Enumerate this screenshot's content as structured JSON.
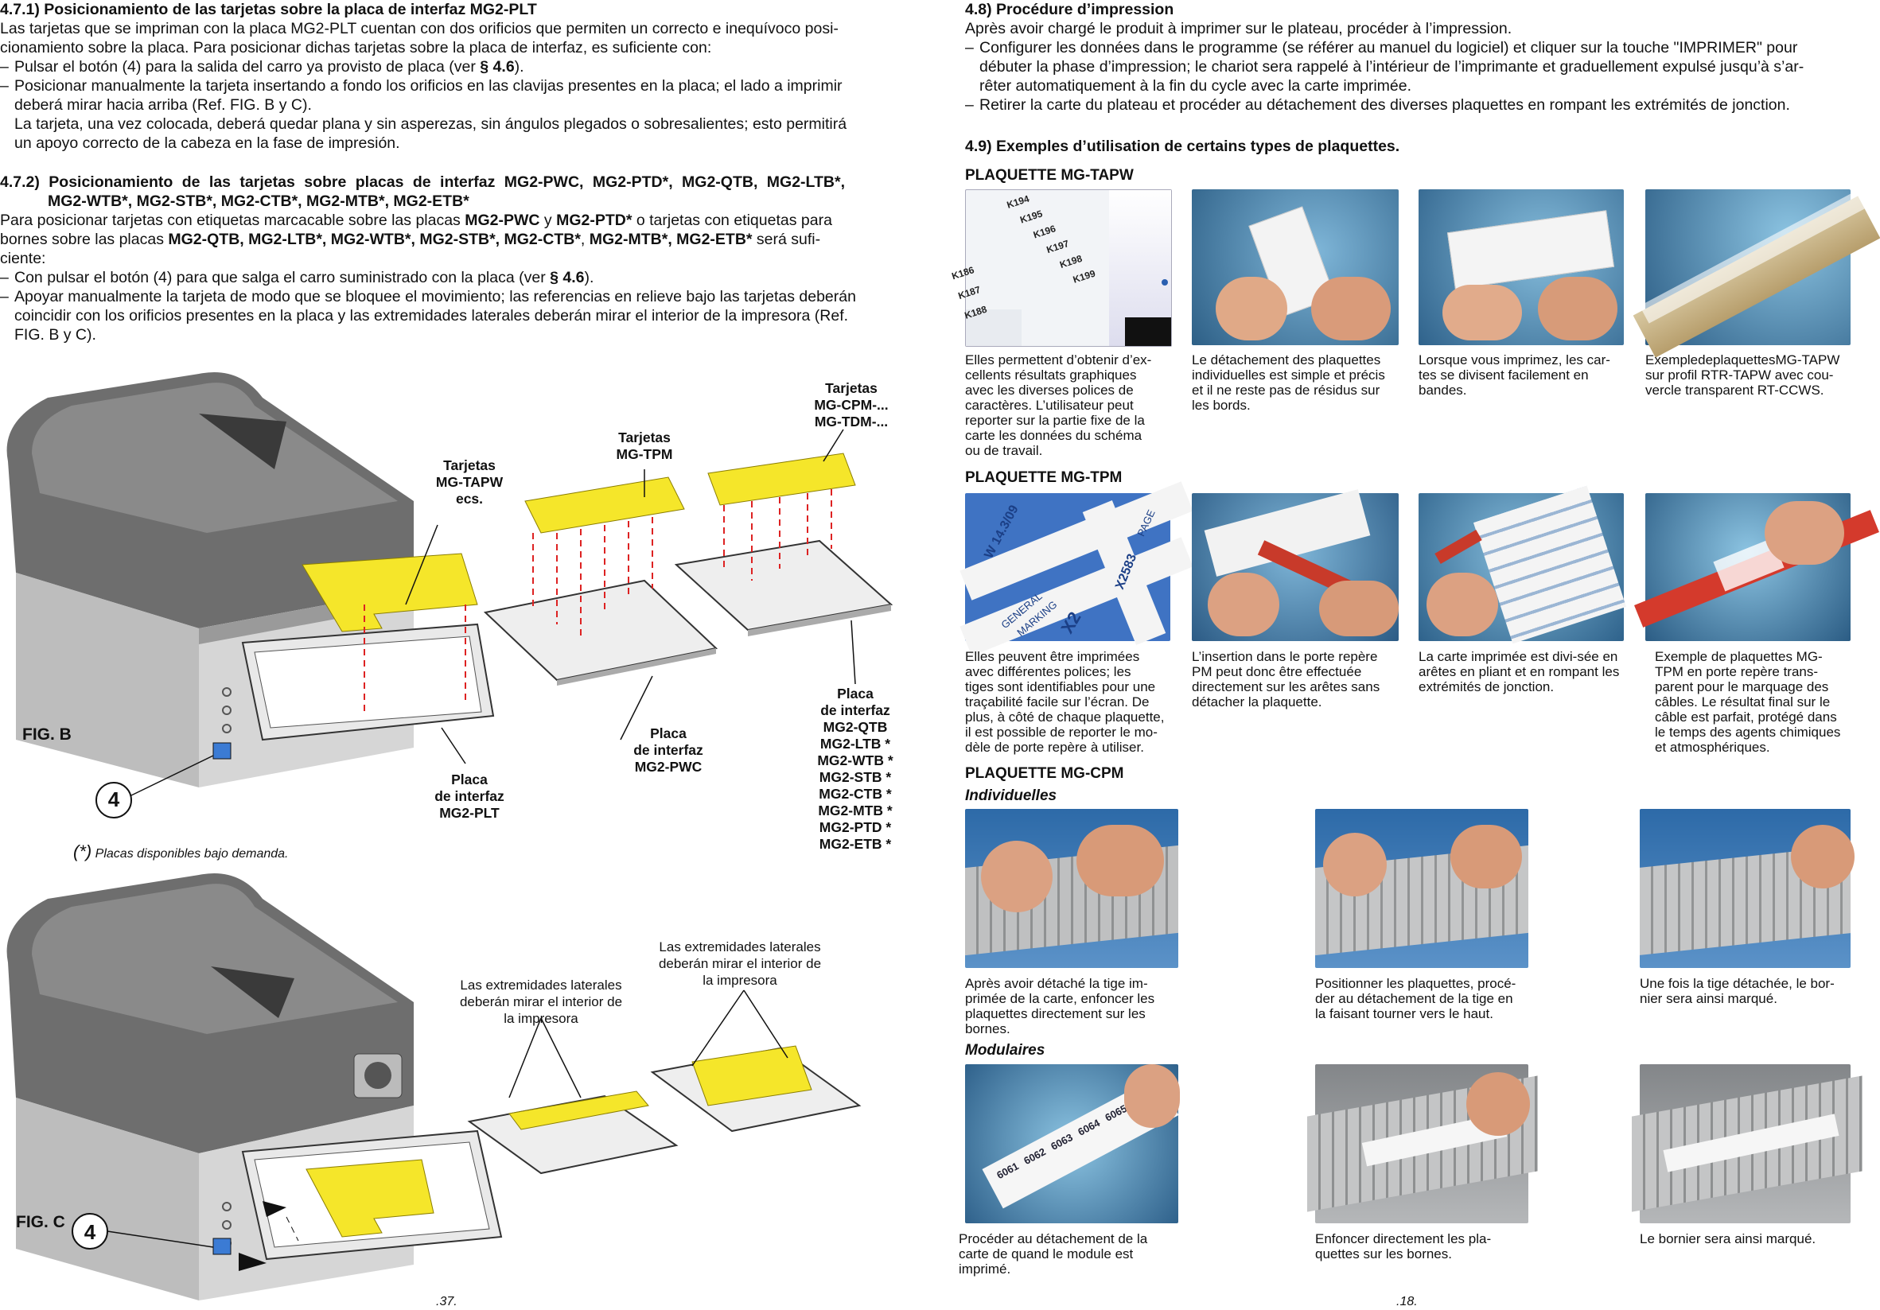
{
  "left": {
    "s471": {
      "title": "4.7.1) Posicionamiento de las tarjetas sobre la placa de interfaz MG2-PLT",
      "p1": "Las tarjetas que se impriman con la placa MG2-PLT cuentan con dos orificios que permiten un correcto e inequívoco posi-",
      "p2": "cionamiento sobre la placa. Para posicionar dichas tarjetas sobre la placa de interfaz, es suficiente con:",
      "b1a": "Pulsar el botón (4) para la salida del carro ya provisto de placa (ver ",
      "b1ref": "§ 4.6",
      "b1b": ").",
      "b2l1": "Posicionar manualmente la tarjeta insertando a fondo los orificios en las clavijas presentes en la placa; el lado a imprimir",
      "b2l2": "deberá mirar hacia arriba (Ref. FIG. B y C).",
      "b2l3": "La tarjeta, una vez colocada, deberá quedar plana y sin asperezas, sin ángulos plegados o sobresalientes; esto permitirá",
      "b2l4": "un apoyo correcto de la cabeza en la fase de impresión."
    },
    "s472": {
      "title1": "4.7.2) Posicionamiento de las tarjetas sobre placas de interfaz MG2-PWC, MG2-PTD*, MG2-QTB, MG2-LTB*,",
      "title2": "MG2-WTB*, MG2-STB*, MG2-CTB*, MG2-MTB*, MG2-ETB*",
      "p1a": "Para posicionar tarjetas con etiquetas marcacable sobre las placas ",
      "p1b1": "MG2-PWC",
      "p1y": " y ",
      "p1b2": "MG2-PTD*",
      "p1c": " o tarjetas con etiquetas para",
      "p2a": "bornes sobre las placas ",
      "p2b": "MG2-QTB, MG2-LTB*, MG2-WTB*, MG2-STB*, MG2-CTB*",
      "p2c": ", ",
      "p2d": "MG2-MTB*, MG2-ETB*",
      "p2e": " será sufi-",
      "p3": "ciente:",
      "b1a": "Con pulsar el botón (4) para que salga el carro suministrado con la placa (ver ",
      "b1ref": "§ 4.6",
      "b1b": ").",
      "b2l1": "Apoyar manualmente la tarjeta de modo que se bloquee el movimiento; las referencias en relieve bajo las tarjetas deberán",
      "b2l2": "coincidir con los orificios presentes en la placa y las extremidades laterales deberán mirar el interior de la impresora (Ref.",
      "b2l3": "FIG. B y C)."
    },
    "figB": {
      "label": "FIG. B",
      "button_num": "4",
      "tapw": [
        "Tarjetas",
        "MG-TAPW",
        "ecs."
      ],
      "tpm": [
        "Tarjetas",
        "MG-TPM"
      ],
      "cpm": [
        "Tarjetas",
        "MG-CPM-...",
        "MG-TDM-..."
      ],
      "plt": [
        "Placa",
        "de interfaz",
        "MG2-PLT"
      ],
      "pwc": [
        "Placa",
        "de interfaz",
        "MG2-PWC"
      ],
      "qtb": [
        "Placa",
        "de interfaz",
        "MG2-QTB",
        "MG2-LTB *",
        "MG2-WTB *",
        "MG2-STB *",
        "MG2-CTB *",
        "MG2-MTB *",
        "MG2-PTD *",
        "MG2-ETB *"
      ],
      "note_star": "(*)",
      "note_text": " Placas disponibles bajo demanda."
    },
    "figC": {
      "label": "FIG. C",
      "button_num": "4",
      "ext1": [
        "Las extremidades laterales",
        "deberán mirar el interior de",
        "la impresora"
      ],
      "ext2": [
        "Las extremidades laterales",
        "deberán mirar el interior de",
        "la impresora"
      ]
    },
    "page_num": ".37."
  },
  "right": {
    "s48": {
      "title": "4.8) Procédure d’impression",
      "p1": "Après avoir chargé le produit à imprimer sur le plateau, procéder à l’impression.",
      "b1l1": "Configurer les données dans le programme (se référer au manuel du logiciel) et cliquer sur la touche \"IMPRIMER\" pour",
      "b1l2": "débuter la phase d’impression; le chariot sera rappelé à l’intérieur de l’imprimante et graduellement expulsé jusqu’à s’ar-",
      "b1l3": "rêter automatiquement à la fin du cycle avec la carte imprimée.",
      "b2": "Retirer la carte du plateau et procéder au détachement des diverses plaquettes en rompant les extrémités de jonction."
    },
    "s49_title": "4.9) Exemples d’utilisation de certains types de plaquettes.",
    "tapw": {
      "heading": "PLAQUETTE MG-TAPW",
      "photo1_codes": [
        "K194",
        "K195",
        "K196",
        "K197",
        "K198",
        "K199",
        "K186",
        "K187",
        "K188"
      ],
      "captions": [
        [
          "Elles permettent d’obtenir d’ex-",
          "cellents résultats graphiques",
          "avec les diverses polices de",
          "caractères. L’utilisateur peut",
          "reporter sur la partie fixe de la",
          "carte les données du schéma",
          "ou de travail."
        ],
        [
          "Le détachement des plaquettes",
          "individuelles est simple et précis",
          "et il ne reste pas de résidus sur",
          "les bords."
        ],
        [
          "Lorsque vous imprimez, les car-",
          "tes se divisent facilement en",
          "bandes."
        ],
        [
          "ExempledeplaquettesMG-TAPW",
          "sur profil RTR-TAPW avec cou-",
          "vercle transparent RT-CCWS."
        ]
      ]
    },
    "tpm": {
      "heading": "PLAQUETTE MG-TPM",
      "photo1_labels": [
        "W 14.3/09",
        "GENERAL",
        "MARKING",
        "X2",
        "PAGE",
        "X2583"
      ],
      "captions": [
        [
          "Elles peuvent être imprimées",
          "avec différentes polices; les",
          "tiges sont identifiables pour une",
          "traçabilité facile sur l’écran. De",
          "plus, à côté de chaque plaquette,",
          "il est possible de reporter le mo-",
          "dèle de porte repère à utiliser."
        ],
        [
          "L’insertion dans le porte repère",
          "PM peut donc être effectuée",
          "directement sur les arêtes sans",
          "détacher la plaquette."
        ],
        [
          "La carte imprimée est divi-sée en",
          "arêtes en pliant et en rompant les",
          "extrémités de jonction."
        ],
        [
          "Exemple de plaquettes MG-",
          "TPM en porte repère trans-",
          "parent pour le marquage des",
          "câbles. Le résultat final sur le",
          "câble est parfait, protégé dans",
          "le temps des agents chimiques",
          "et atmosphériques."
        ]
      ]
    },
    "cpm": {
      "heading": "PLAQUETTE MG-CPM",
      "sub1": "Individuelles",
      "sub2": "Modulaires",
      "captions_ind": [
        [
          "Après avoir détaché la tige im-",
          "primée de la carte, enfoncer les",
          "plaquettes directement sur les",
          "bornes."
        ],
        [
          "Positionner les plaquettes, procé-",
          "der au détachement de la tige en",
          "la faisant tourner vers le haut."
        ],
        [
          "Une fois la tige détachée, le bor-",
          "nier sera ainsi marqué."
        ]
      ],
      "captions_mod": [
        [
          "Procéder au détachement de la",
          "carte de quand le module est",
          "imprimé."
        ],
        [
          "Enfoncer directement les pla-",
          "quettes sur les bornes."
        ],
        [
          "Le bornier sera ainsi marqué."
        ]
      ],
      "mod_codes": [
        "6061",
        "6062",
        "6063",
        "6064",
        "6065"
      ]
    },
    "page_num": ".18."
  }
}
